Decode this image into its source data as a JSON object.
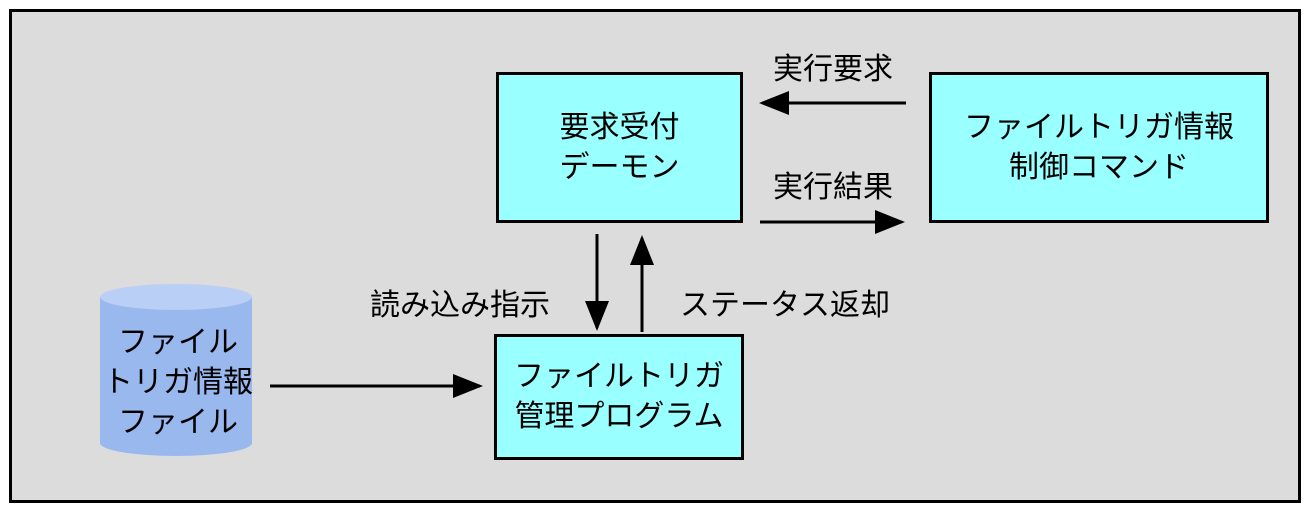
{
  "colors": {
    "background": "#dcdcdc",
    "box_fill": "#99ffff",
    "cylinder_fill": "#99b8ee",
    "stroke": "#000000"
  },
  "daemon_box": {
    "lines": [
      "要求受付",
      "デーモン"
    ]
  },
  "command_box": {
    "lines": [
      "ファイルトリガ情報",
      "制御コマンド"
    ]
  },
  "manager_box": {
    "lines": [
      "ファイルトリガ",
      "管理プログラム"
    ]
  },
  "data_file": {
    "lines": [
      "ファイル",
      "トリガ情報",
      "ファイル"
    ]
  },
  "edges": {
    "execute_request": "実行要求",
    "execute_result": "実行結果",
    "read_instruction": "読み込み指示",
    "status_return": "ステータス返却"
  }
}
